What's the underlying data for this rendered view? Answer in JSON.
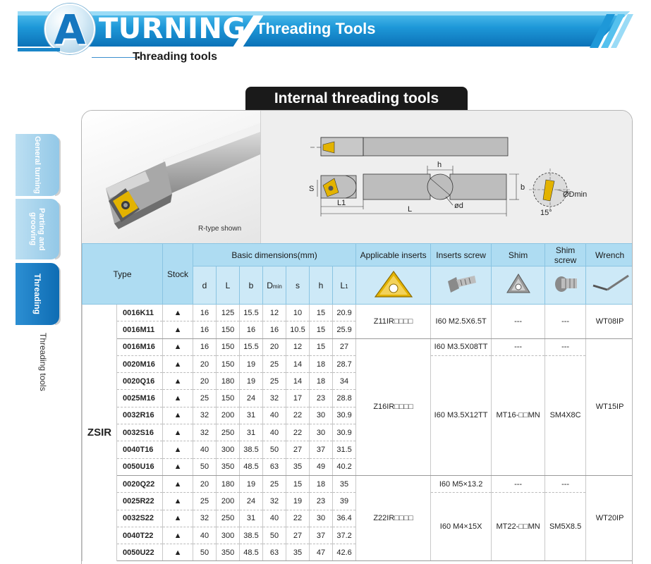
{
  "banner": {
    "logo_letter": "A",
    "title": "TURNING",
    "subtitle": "Threading Tools",
    "section_caption": "Threading tools"
  },
  "side_tabs": {
    "general": "General turning",
    "parting": "Parting and grooving",
    "threading": "Threading",
    "vertical_label": "Threading tools"
  },
  "panel": {
    "title": "Internal threading tools",
    "photo_caption": "R-type shown"
  },
  "drawing": {
    "h": "h",
    "s": "S",
    "b": "b",
    "l1": "L1",
    "l": "L",
    "d": "ød",
    "dmin": "ØDmin",
    "angle": "15°"
  },
  "table": {
    "headers": {
      "type": "Type",
      "stock": "Stock",
      "basic": "Basic dimensions(mm)",
      "inserts": "Applicable inserts",
      "screw": "Inserts screw",
      "shim": "Shim",
      "shim_screw": "Shim screw",
      "wrench": "Wrench",
      "d": "d",
      "L": "L",
      "b": "b",
      "Dmin_main": "D",
      "Dmin_sub": "min",
      "s": "s",
      "h": "h",
      "L1_main": "L",
      "L1_sub": "1"
    },
    "series": "ZSIR",
    "rows": [
      {
        "code": "0016K11",
        "stock": "▲",
        "d": "16",
        "L": "125",
        "b": "15.5",
        "dmin": "12",
        "s": "10",
        "h": "15",
        "l1": "20.9"
      },
      {
        "code": "0016M11",
        "stock": "▲",
        "d": "16",
        "L": "150",
        "b": "16",
        "dmin": "16",
        "s": "10.5",
        "h": "15",
        "l1": "25.9"
      },
      {
        "code": "0016M16",
        "stock": "▲",
        "d": "16",
        "L": "150",
        "b": "15.5",
        "dmin": "20",
        "s": "12",
        "h": "15",
        "l1": "27"
      },
      {
        "code": "0020M16",
        "stock": "▲",
        "d": "20",
        "L": "150",
        "b": "19",
        "dmin": "25",
        "s": "14",
        "h": "18",
        "l1": "28.7"
      },
      {
        "code": "0020Q16",
        "stock": "▲",
        "d": "20",
        "L": "180",
        "b": "19",
        "dmin": "25",
        "s": "14",
        "h": "18",
        "l1": "34"
      },
      {
        "code": "0025M16",
        "stock": "▲",
        "d": "25",
        "L": "150",
        "b": "24",
        "dmin": "32",
        "s": "17",
        "h": "23",
        "l1": "28.8"
      },
      {
        "code": "0032R16",
        "stock": "▲",
        "d": "32",
        "L": "200",
        "b": "31",
        "dmin": "40",
        "s": "22",
        "h": "30",
        "l1": "30.9"
      },
      {
        "code": "0032S16",
        "stock": "▲",
        "d": "32",
        "L": "250",
        "b": "31",
        "dmin": "40",
        "s": "22",
        "h": "30",
        "l1": "30.9"
      },
      {
        "code": "0040T16",
        "stock": "▲",
        "d": "40",
        "L": "300",
        "b": "38.5",
        "dmin": "50",
        "s": "27",
        "h": "37",
        "l1": "31.5"
      },
      {
        "code": "0050U16",
        "stock": "▲",
        "d": "50",
        "L": "350",
        "b": "48.5",
        "dmin": "63",
        "s": "35",
        "h": "49",
        "l1": "40.2"
      },
      {
        "code": "0020Q22",
        "stock": "▲",
        "d": "20",
        "L": "180",
        "b": "19",
        "dmin": "25",
        "s": "15",
        "h": "18",
        "l1": "35"
      },
      {
        "code": "0025R22",
        "stock": "▲",
        "d": "25",
        "L": "200",
        "b": "24",
        "dmin": "32",
        "s": "19",
        "h": "23",
        "l1": "39"
      },
      {
        "code": "0032S22",
        "stock": "▲",
        "d": "32",
        "L": "250",
        "b": "31",
        "dmin": "40",
        "s": "22",
        "h": "30",
        "l1": "36.4"
      },
      {
        "code": "0040T22",
        "stock": "▲",
        "d": "40",
        "L": "300",
        "b": "38.5",
        "dmin": "50",
        "s": "27",
        "h": "37",
        "l1": "37.2"
      },
      {
        "code": "0050U22",
        "stock": "▲",
        "d": "50",
        "L": "350",
        "b": "48.5",
        "dmin": "63",
        "s": "35",
        "h": "47",
        "l1": "42.6"
      }
    ],
    "accessories": {
      "insert_11": "Z11IR□□□□",
      "insert_16": "Z16IR□□□□",
      "insert_22": "Z22IR□□□□",
      "screw_11": "I60 M2.5X6.5T",
      "screw_16a": "I60 M3.5X08TT",
      "screw_16b": "I60 M3.5X12TT",
      "screw_22a": "I60 M5×13.2",
      "screw_22b": "I60 M4×15X",
      "shim_11": "---",
      "shim_16a": "---",
      "shim_16b": "MT16-□□MN",
      "shim_22a": "---",
      "shim_22b": "MT22-□□MN",
      "shim_screw_11": "---",
      "shim_screw_16a": "---",
      "shim_screw_16b": "SM4X8C",
      "shim_screw_22a": "---",
      "shim_screw_22b": "SM5X8.5",
      "wrench_11": "WT08IP",
      "wrench_16": "WT15IP",
      "wrench_22": "WT20IP"
    }
  },
  "colors": {
    "brand_blue": "#1e98d8",
    "header_cell": "#aedcf2",
    "insert_gold": "#e3b300",
    "active_tab": "#0e6cb3"
  }
}
